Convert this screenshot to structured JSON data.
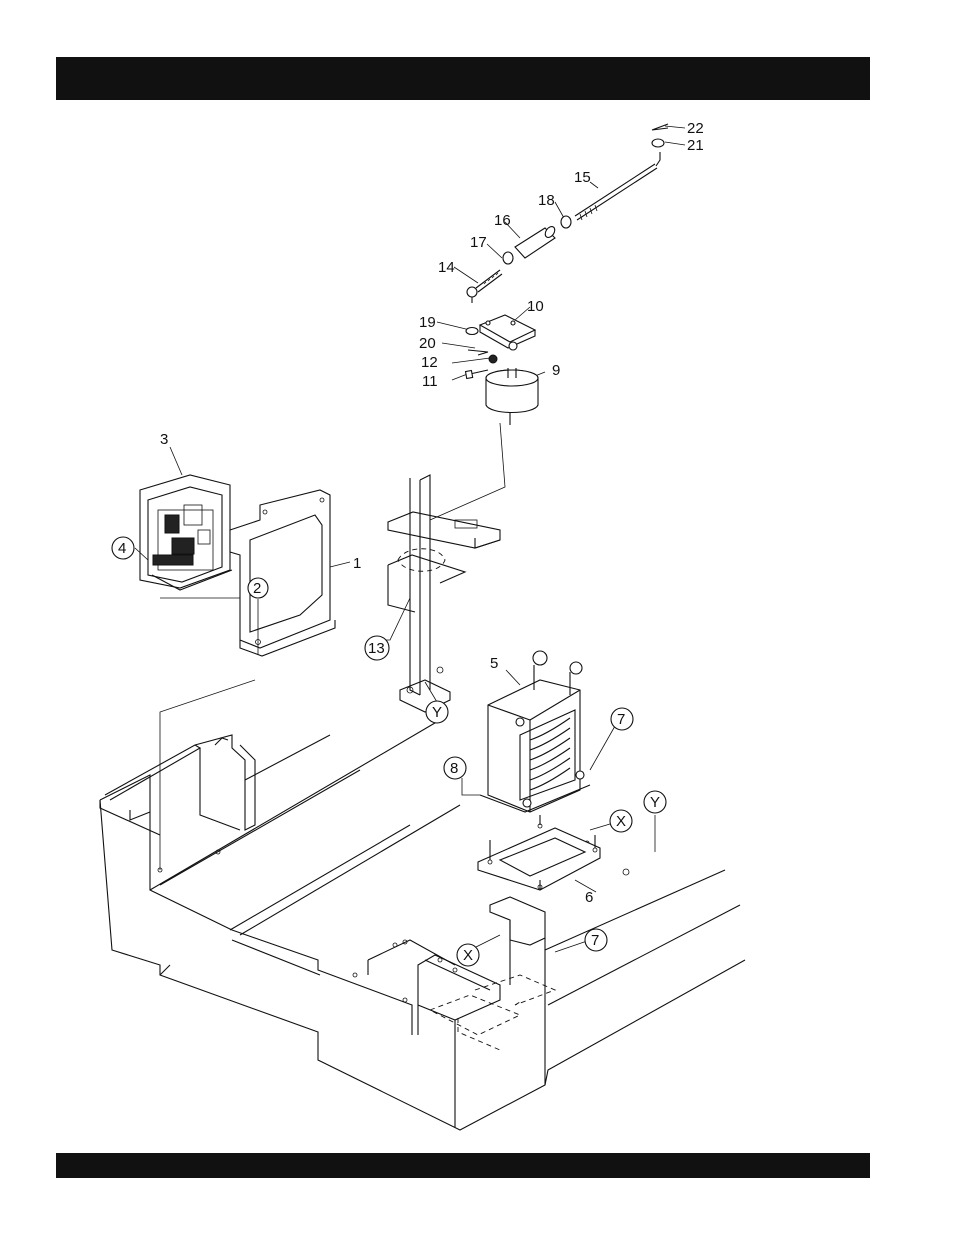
{
  "callouts": {
    "c1": "1",
    "c2": "2",
    "c3": "3",
    "c4": "4",
    "c5": "5",
    "c6": "6",
    "c7a": "7",
    "c7b": "7",
    "c8": "8",
    "c9": "9",
    "c10": "10",
    "c11": "11",
    "c12": "12",
    "c13": "13",
    "c14": "14",
    "c15": "15",
    "c16": "16",
    "c17": "17",
    "c18": "18",
    "c19": "19",
    "c20": "20",
    "c21": "21",
    "c22": "22",
    "cXa": "X",
    "cXb": "X",
    "cYa": "Y",
    "cYb": "Y"
  },
  "colors": {
    "bar": "#111111",
    "ink": "#111111",
    "paper": "#ffffff"
  }
}
